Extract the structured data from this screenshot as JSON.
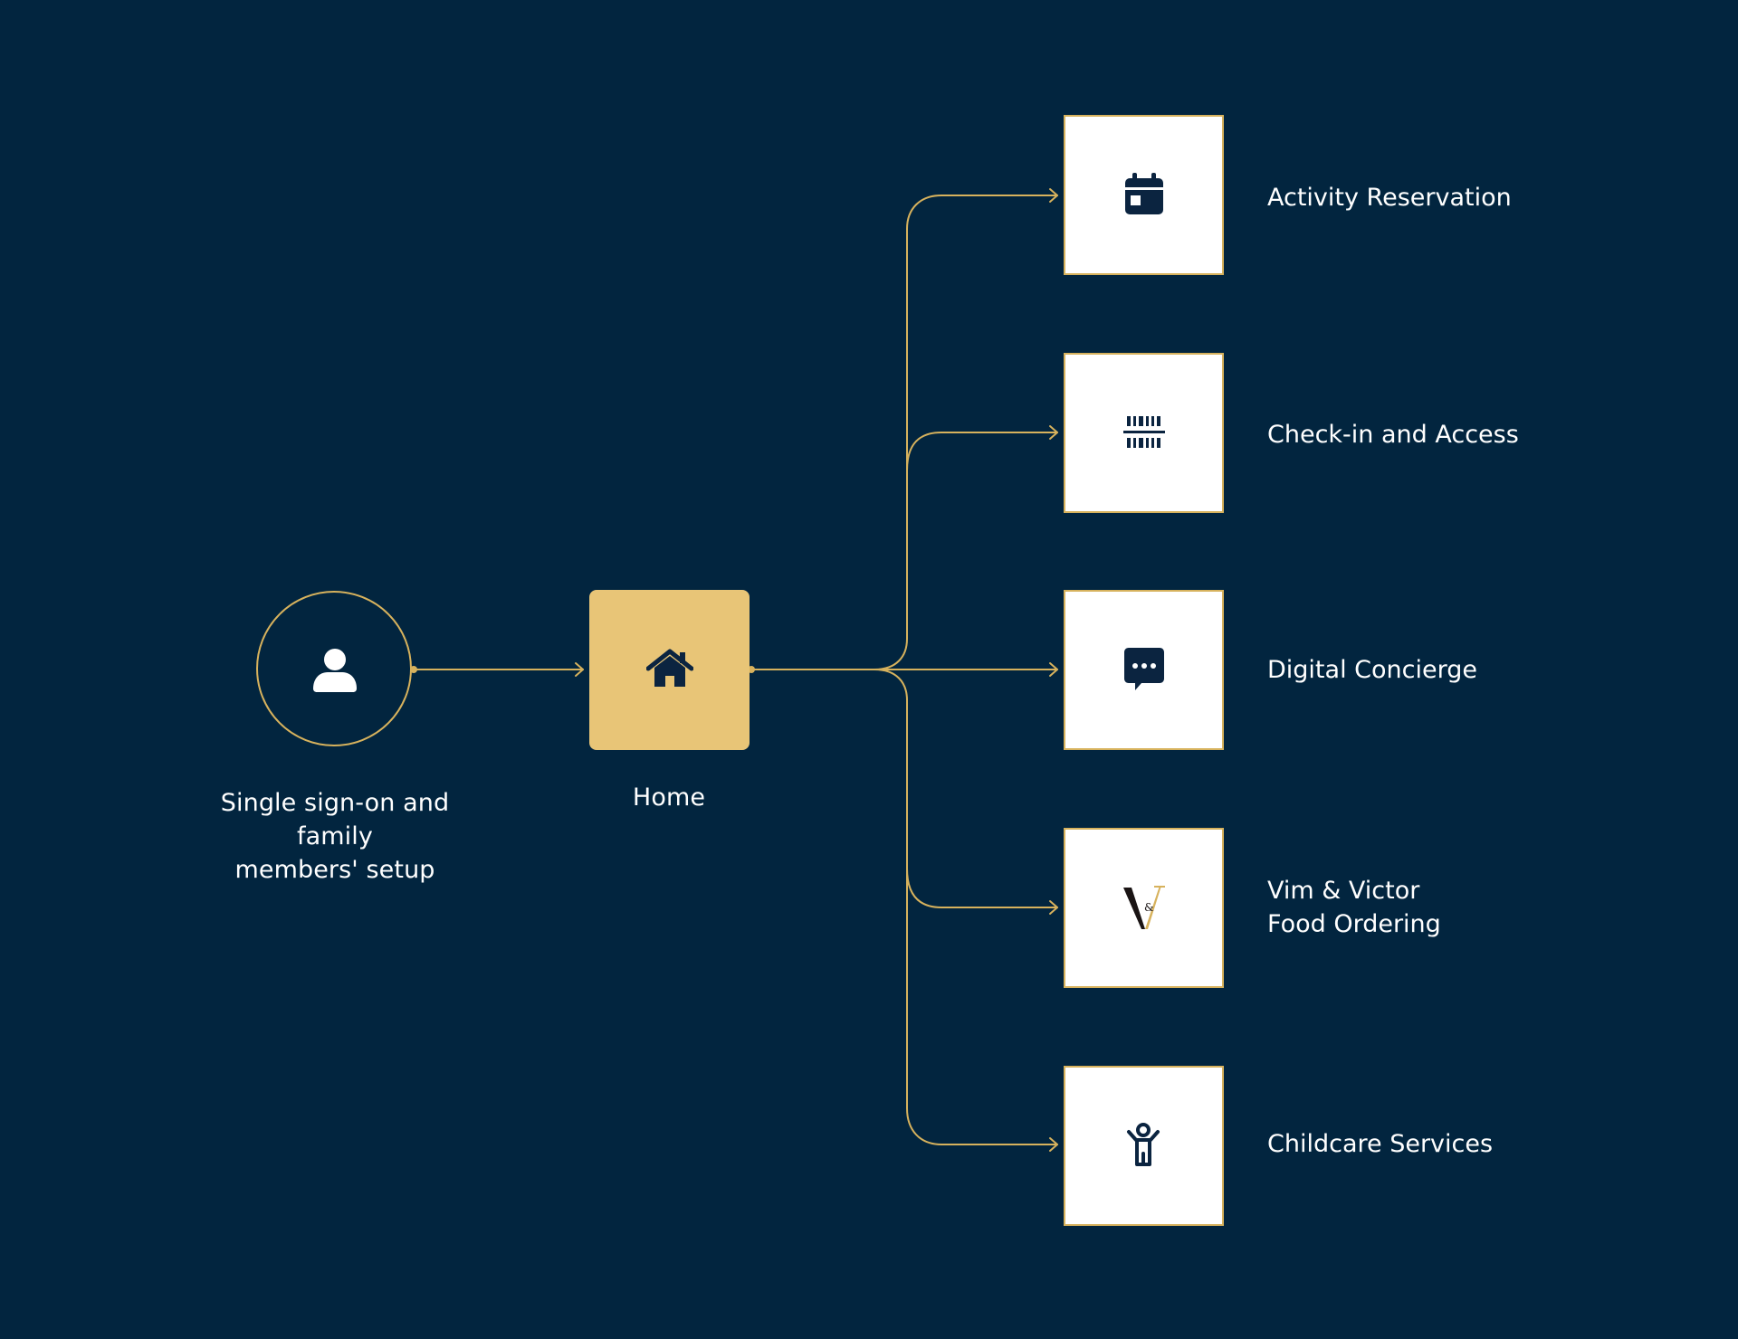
{
  "colors": {
    "background": "#02253f",
    "accent": "#d7b25d",
    "home_fill": "#e8c577",
    "card_fill": "#ffffff",
    "icon": "#0b2440",
    "label_text": "#ffffff"
  },
  "start": {
    "icon": "user-icon",
    "label_lines": [
      "Single sign-on and family",
      "members' setup"
    ]
  },
  "home": {
    "icon": "home-icon",
    "label": "Home"
  },
  "services": [
    {
      "icon": "calendar-icon",
      "label_lines": [
        "Activity Reservation"
      ]
    },
    {
      "icon": "barcode-scan-icon",
      "label_lines": [
        "Check-in and Access"
      ]
    },
    {
      "icon": "chat-bubble-icon",
      "label_lines": [
        "Digital Concierge"
      ]
    },
    {
      "icon": "vim-victor-logo",
      "logo_text": "V&V",
      "label_lines": [
        "Vim & Victor",
        "Food Ordering"
      ]
    },
    {
      "icon": "child-icon",
      "label_lines": [
        "Childcare Services"
      ]
    }
  ]
}
